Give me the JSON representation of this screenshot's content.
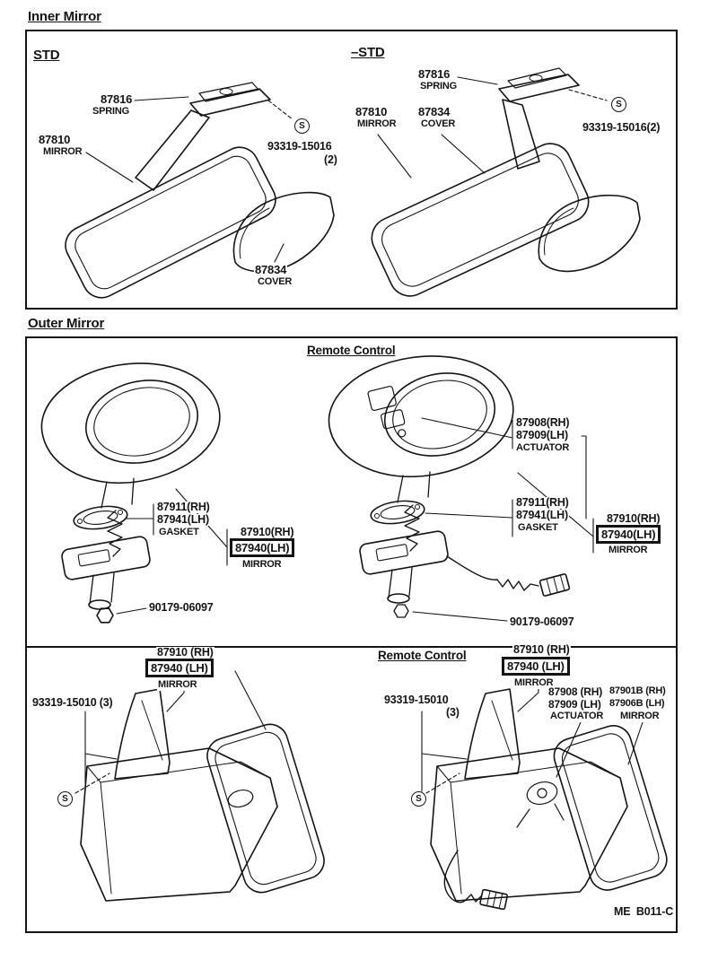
{
  "inner": {
    "heading": "Inner Mirror",
    "std": {
      "title": "STD",
      "spring_no": "87816",
      "spring_name": "SPRING",
      "mirror_no": "87810",
      "mirror_name": "MIRROR",
      "screw_no": "93319-15016",
      "screw_qty": "(2)",
      "screw_mark": "S",
      "cover_no": "87834",
      "cover_name": "COVER"
    },
    "non_std": {
      "title": "–STD",
      "spring_no": "87816",
      "spring_name": "SPRING",
      "mirror_no": "87810",
      "mirror_name": "MIRROR",
      "cover_no": "87834",
      "cover_name": "COVER",
      "screw_no": "93319-15016(2)",
      "screw_mark": "S"
    }
  },
  "outer": {
    "heading": "Outer Mirror",
    "remote_title": "Remote Control",
    "manual": {
      "gasket_rh": "87911(RH)",
      "gasket_lh": "87941(LH)",
      "gasket_name": "GASKET",
      "mirror_rh": "87910(RH)",
      "mirror_lh": "87940(LH)",
      "mirror_name": "MIRROR",
      "nut_no": "90179-06097"
    },
    "remote": {
      "actuator_rh": "87908(RH)",
      "actuator_lh": "87909(LH)",
      "actuator_name": "ACTUATOR",
      "gasket_rh": "87911(RH)",
      "gasket_lh": "87941(LH)",
      "gasket_name": "GASKET",
      "mirror_rh": "87910(RH)",
      "mirror_lh": "87940(LH)",
      "mirror_name": "MIRROR",
      "nut_no": "90179-06097"
    }
  },
  "door": {
    "remote_title": "Remote Control",
    "manual": {
      "mirror_rh": "87910 (RH)",
      "mirror_lh": "87940 (LH)",
      "mirror_name": "MIRROR",
      "screw_no": "93319-15010 (3)",
      "screw_mark": "S"
    },
    "remote": {
      "mirror_rh": "87910 (RH)",
      "mirror_lh": "87940 (LH)",
      "mirror_name": "MIRROR",
      "screw_no": "93319-15010",
      "screw_qty": "(3)",
      "screw_mark": "S",
      "actuator_rh": "87908 (RH)",
      "actuator_lh": "87909 (LH)",
      "actuator_name": "ACTUATOR",
      "mirror2_rh": "87901B (RH)",
      "mirror2_lh": "87906B (LH)",
      "mirror2_name": "MIRROR"
    }
  },
  "footer": {
    "code": "ME  B011-C"
  }
}
